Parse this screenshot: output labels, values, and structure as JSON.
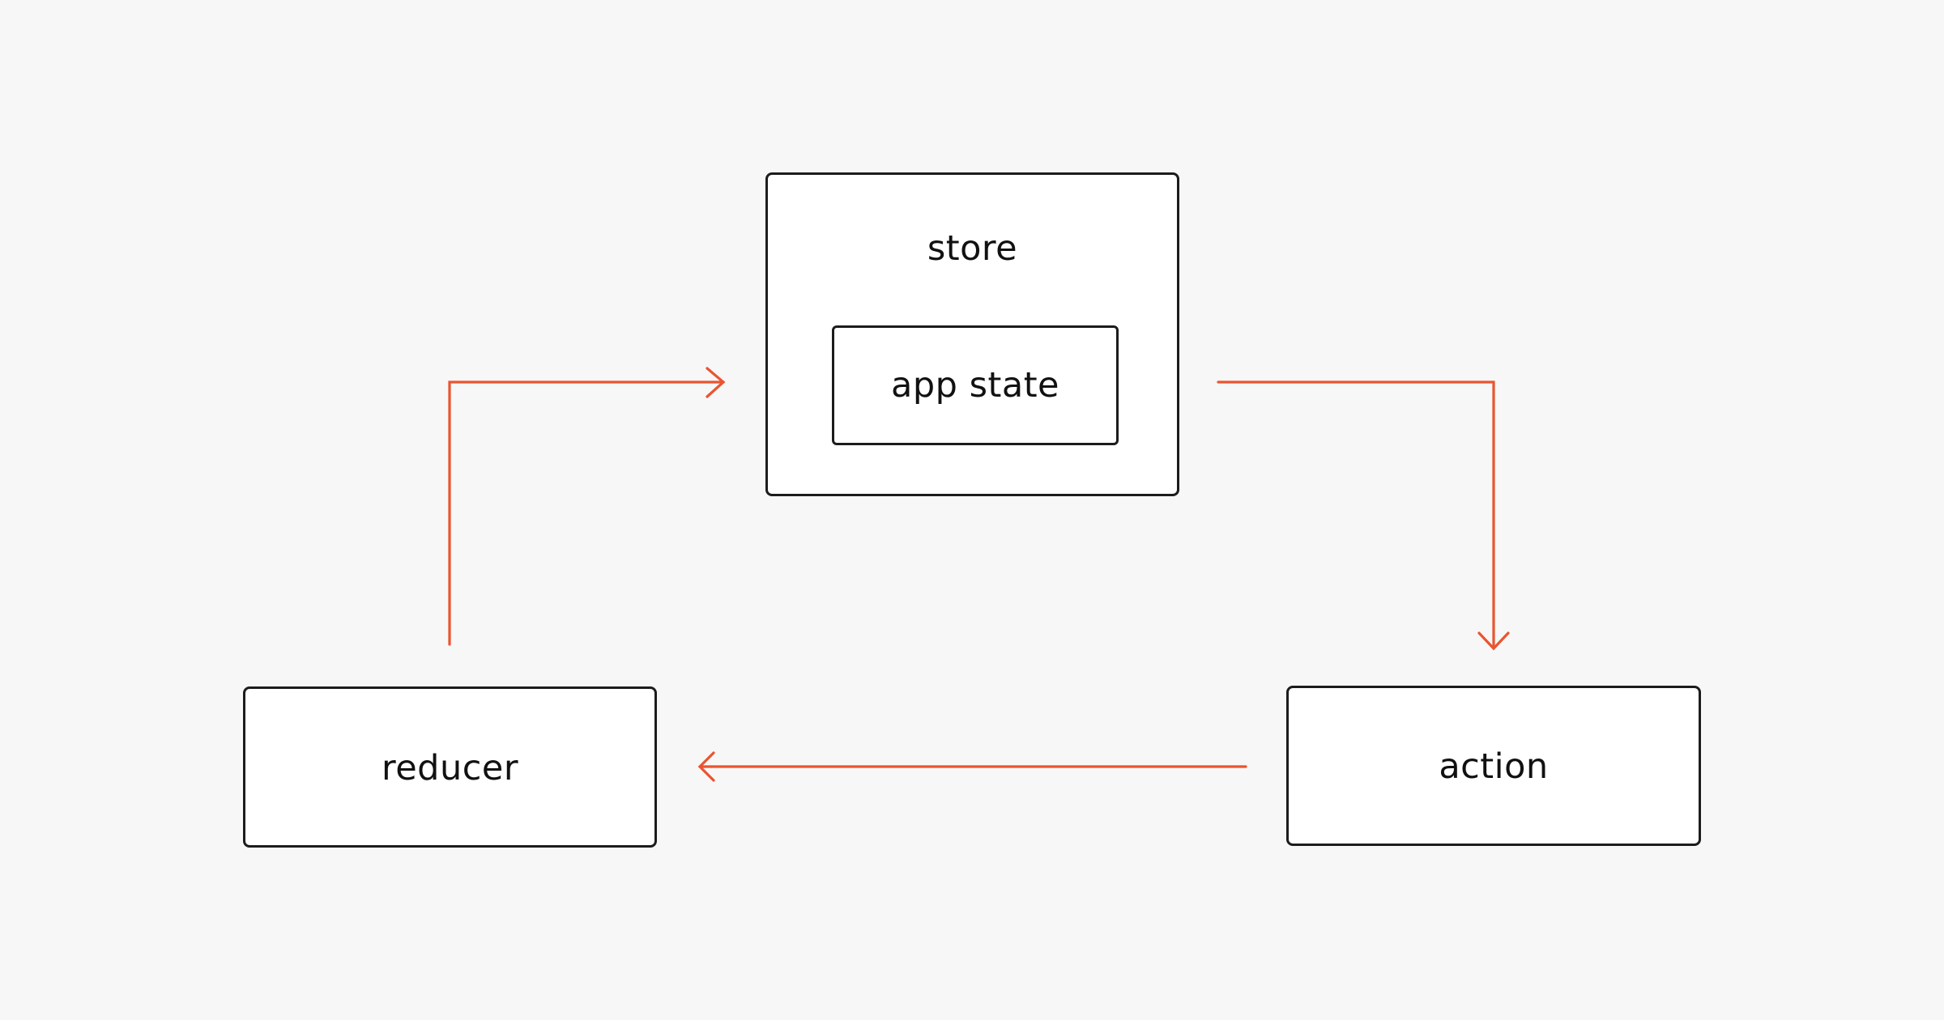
{
  "diagram": {
    "nodes": {
      "store": {
        "label": "store"
      },
      "app_state": {
        "label": "app state"
      },
      "reducer": {
        "label": "reducer"
      },
      "action": {
        "label": "action"
      }
    },
    "edges": [
      {
        "from": "store",
        "to": "action"
      },
      {
        "from": "action",
        "to": "reducer"
      },
      {
        "from": "reducer",
        "to": "store"
      }
    ],
    "colors": {
      "background": "#f7f7f7",
      "box_fill": "#ffffff",
      "box_border": "#1c1c1c",
      "arrow": "#ea5430",
      "text": "#111111"
    }
  }
}
